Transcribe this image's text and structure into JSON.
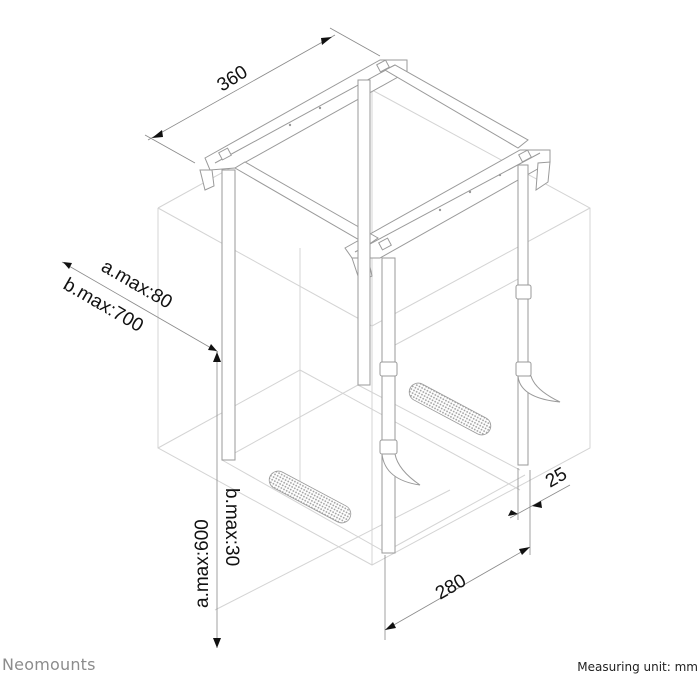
{
  "diagram": {
    "subject": "Under-desk PC holder dimension drawing",
    "dimensions": {
      "width_top": "360",
      "depth_a_b": {
        "a": "a.max:80",
        "b": "b.max:700"
      },
      "height_a_b": {
        "a": "a.max:600",
        "b": "b.max:30"
      },
      "inner_width": "280",
      "strap_offset": "25"
    },
    "colors": {
      "ghost_box": "#d4d4d4",
      "part_line": "#9a9a9a",
      "dimension_text": "#111111",
      "brand_text": "#8c8c8c"
    }
  },
  "footer": {
    "brand": "Neomounts",
    "unit_label": "Measuring unit: mm"
  }
}
